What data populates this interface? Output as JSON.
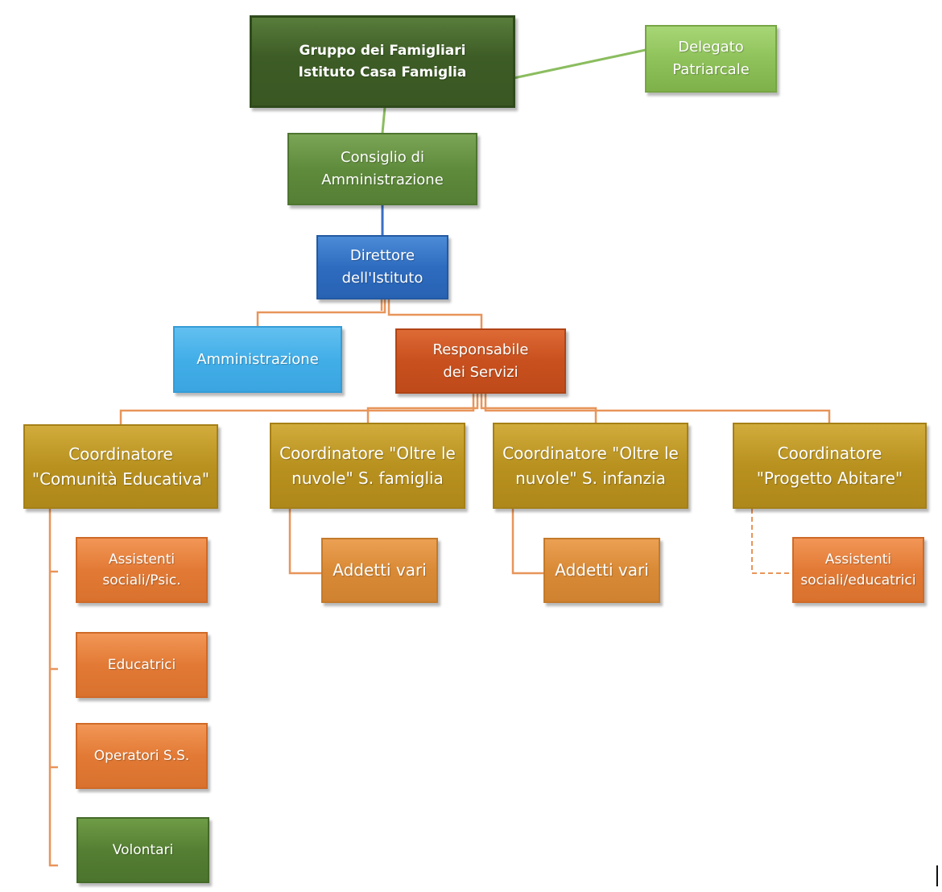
{
  "nodes": {
    "gruppo": "Gruppo dei Famigliari\nIstituto Casa Famiglia",
    "delegato": "Delegato\nPatriarcale",
    "consiglio": "Consiglio di\nAmministrazione",
    "direttore": "Direttore\ndell'Istituto",
    "amministrazione": "Amministrazione",
    "responsabile": "Responsabile\ndei Servizi",
    "coord_comunita": "Coordinatore\n\"Comunità Educativa\"",
    "coord_famiglia": "Coordinatore \"Oltre le\nnuvole\" S. famiglia",
    "coord_infanzia": "Coordinatore \"Oltre le\nnuvole\" S. infanzia",
    "coord_abitare": "Coordinatore\n\"Progetto Abitare\"",
    "assistenti_psic": "Assistenti\nsociali/Psic.",
    "educatrici": "Educatrici",
    "operatori": "Operatori S.S.",
    "volontari": "Volontari",
    "addetti_famiglia": "Addetti vari",
    "addetti_infanzia": "Addetti vari",
    "assistenti_educatrici": "Assistenti\nsociali/educatrici"
  },
  "colors": {
    "connector_orange": "#e8955a",
    "connector_green": "#8bbd5f",
    "connector_blue": "#3a6fc4"
  }
}
